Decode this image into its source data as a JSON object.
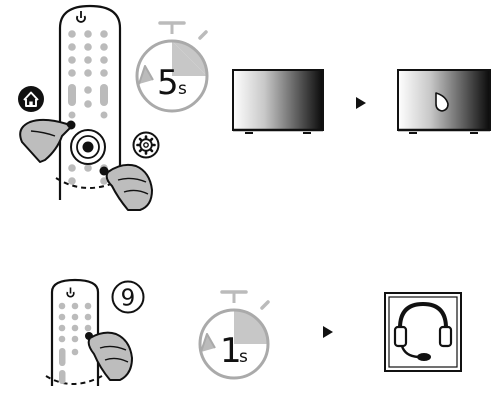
{
  "step1": {
    "timer": {
      "number": "5",
      "unit": "s"
    }
  },
  "step2": {
    "button_number": "9",
    "timer": {
      "number": "1",
      "unit": "s"
    }
  }
}
